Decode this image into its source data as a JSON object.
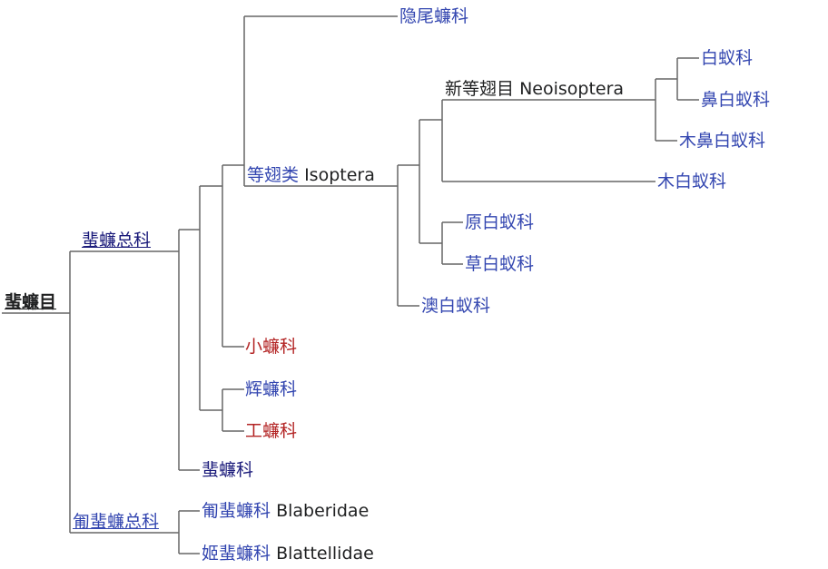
{
  "root": "蜚蠊目",
  "nodes": {
    "blattoidea": "蜚蠊总科",
    "cryptocercidae": "隐尾蠊科",
    "isoptera_zh": "等翅类",
    "isoptera_en": "Isoptera",
    "neoisoptera_zh": "新等翅目",
    "neoisoptera_en": "Neoisoptera",
    "termitidae": "白蚁科",
    "rhinotermitidae": "鼻白蚁科",
    "stylotermitidae": "木鼻白蚁科",
    "kalotermitidae": "木白蚁科",
    "archotermopsidae": "原白蚁科",
    "hodotermitidae": "草白蚁科",
    "mastotermitidae": "澳白蚁科",
    "ectobiidae_small": "小蠊科",
    "lamproblattidae": "辉蠊科",
    "anaplectidae": "工蠊科",
    "blattidae": "蜚蠊科",
    "blaberoidea": "匍蜚蠊总科",
    "blaberidae_zh": "匍蜚蠊科",
    "blaberidae_en": "Blaberidae",
    "blattellidae_zh": "姬蜚蠊科",
    "blattellidae_en": "Blattellidae"
  },
  "colors": {
    "line": "#666666",
    "link": "#3346b0",
    "redlink": "#b32424",
    "visited": "#1a1a7a"
  }
}
